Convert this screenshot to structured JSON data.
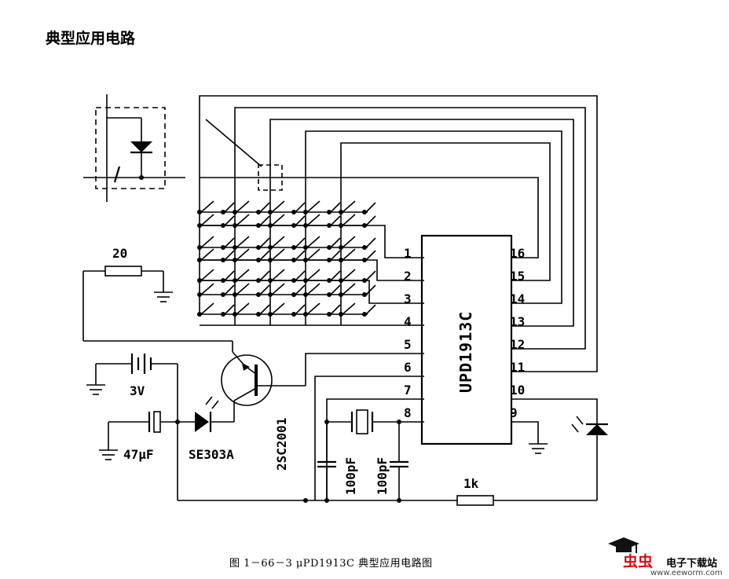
{
  "page": {
    "title": "典型应用电路",
    "caption": "图 1－66－3   μPD1913C 典型应用电路图"
  },
  "schematic": {
    "ic_label": "UPD1913C",
    "left_pins": [
      "1",
      "2",
      "3",
      "4",
      "5",
      "6",
      "7",
      "8"
    ],
    "right_pins": [
      "16",
      "15",
      "14",
      "13",
      "12",
      "11",
      "10",
      "9"
    ],
    "components": {
      "resistor_top": "20",
      "battery": "3V",
      "capacitor": "47μF",
      "led": "SE303A",
      "transistor": "2SC2001",
      "cap1": "100pF",
      "cap2": "100pF",
      "resistor_bottom": "1k"
    }
  },
  "watermark": {
    "brand": "虫虫",
    "site": "电子下载站",
    "url": "www.eeworm.com"
  }
}
